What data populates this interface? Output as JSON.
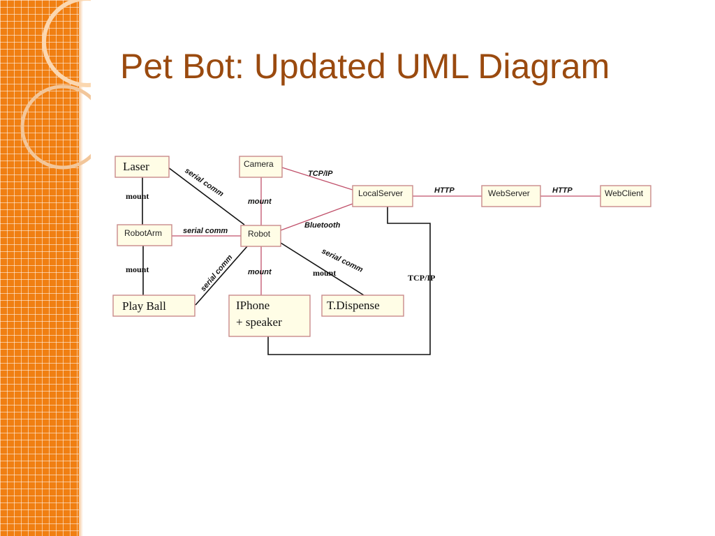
{
  "slide": {
    "title": "Pet Bot: Updated UML Diagram"
  },
  "nodes": {
    "laser": "Laser",
    "camera": "Camera",
    "local_server": "LocalServer",
    "web_server": "WebServer",
    "web_client": "WebClient",
    "robot_arm": "RobotArm",
    "robot": "Robot",
    "play_ball": "Play Ball",
    "iphone_line1": "IPhone",
    "iphone_line2": "+ speaker",
    "t_dispense": "T.Dispense"
  },
  "edge_labels": {
    "laser_robot": "serial comm",
    "laser_robotarm": "mount",
    "camera_localserver": "TCP/IP",
    "camera_robot": "mount",
    "localserver_webserver": "HTTP",
    "webserver_webclient": "HTTP",
    "robotarm_robot": "serial comm",
    "robot_localserver": "Bluetooth",
    "robotarm_playball": "mount",
    "robot_playball": "serial comm",
    "robot_iphone": "mount",
    "robot_tdispense_serial": "serial comm",
    "robot_tdispense_mount": "mount",
    "iphone_localserver": "TCP/IP"
  },
  "colors": {
    "band": "#f07f12",
    "title": "#9a4a0f",
    "node_fill": "#fffde6",
    "node_border": "#c98a8a",
    "pink_edge": "#c0506a"
  }
}
